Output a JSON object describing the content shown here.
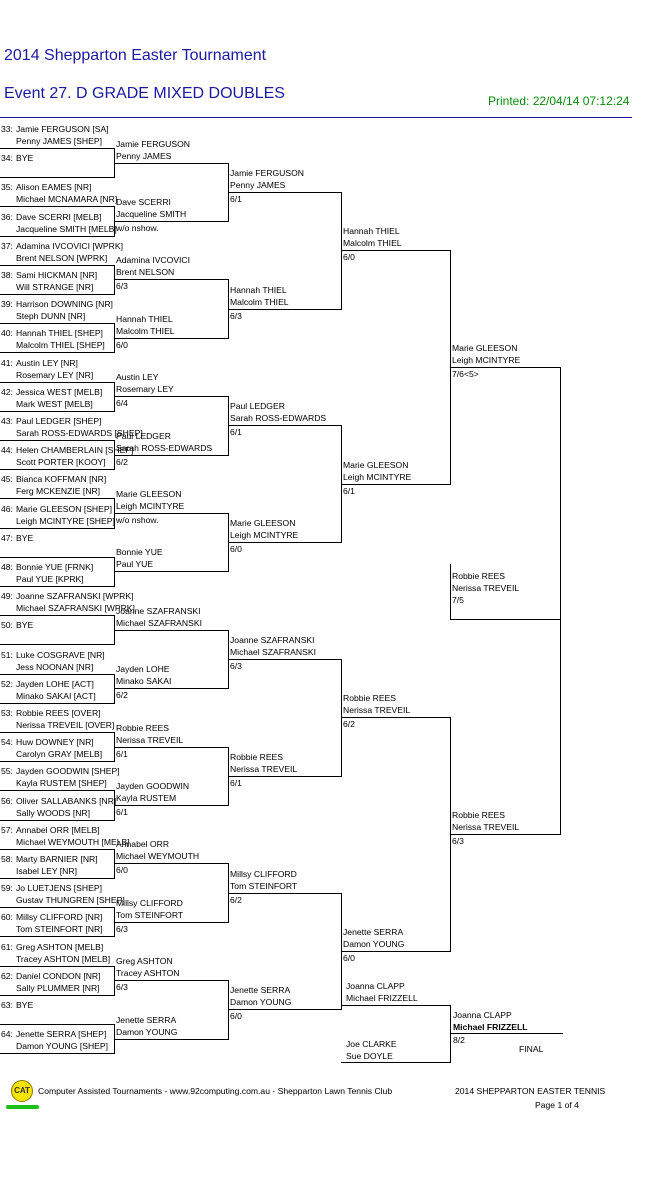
{
  "header": {
    "title": "2014 Shepparton Easter Tournament",
    "event": "Event 27. D GRADE MIXED DOUBLES",
    "printed": "Printed: 22/04/14 07:12:24"
  },
  "round1": [
    {
      "seed": "33:",
      "a": "Jamie FERGUSON [SA]",
      "b": "Penny JAMES [SHEP]"
    },
    {
      "seed": "34:",
      "a": "BYE",
      "b": ""
    },
    {
      "seed": "35:",
      "a": "Alison EAMES [NR]",
      "b": "Michael MCNAMARA [NR]"
    },
    {
      "seed": "36:",
      "a": "Dave SCERRI [MELB]",
      "b": "Jacqueline SMITH [MELB]"
    },
    {
      "seed": "37:",
      "a": "Adamina IVCOVICI [WPRK]",
      "b": "Brent NELSON [WPRK]"
    },
    {
      "seed": "38:",
      "a": "Sami HICKMAN [NR]",
      "b": "Will STRANGE [NR]"
    },
    {
      "seed": "39:",
      "a": "Harrison DOWNING [NR]",
      "b": "Steph DUNN [NR]"
    },
    {
      "seed": "40:",
      "a": "Hannah THIEL [SHEP]",
      "b": "Malcolm THIEL [SHEP]"
    },
    {
      "seed": "41:",
      "a": "Austin LEY [NR]",
      "b": "Rosemary LEY [NR]"
    },
    {
      "seed": "42:",
      "a": "Jessica WEST [MELB]",
      "b": "Mark WEST [MELB]"
    },
    {
      "seed": "43:",
      "a": "Paul LEDGER [SHEP]",
      "b": "Sarah ROSS-EDWARDS [SHEP]"
    },
    {
      "seed": "44:",
      "a": "Helen CHAMBERLAIN [SHEP]",
      "b": "Scott PORTER [KOOY]"
    },
    {
      "seed": "45:",
      "a": "Bianca KOFFMAN [NR]",
      "b": "Ferg MCKENZIE [NR]"
    },
    {
      "seed": "46:",
      "a": "Marie GLEESON [SHEP]",
      "b": "Leigh MCINTYRE [SHEP]"
    },
    {
      "seed": "47:",
      "a": "BYE",
      "b": ""
    },
    {
      "seed": "48:",
      "a": "Bonnie YUE [FRNK]",
      "b": "Paul YUE [KPRK]"
    },
    {
      "seed": "49:",
      "a": "Joanne SZAFRANSKI [WPRK]",
      "b": "Michael SZAFRANSKI [WPRK]"
    },
    {
      "seed": "50:",
      "a": "BYE",
      "b": ""
    },
    {
      "seed": "51:",
      "a": "Luke COSGRAVE [NR]",
      "b": "Jess NOONAN [NR]"
    },
    {
      "seed": "52:",
      "a": "Jayden LOHE [ACT]",
      "b": "Minako SAKAI [ACT]"
    },
    {
      "seed": "53:",
      "a": "Robbie REES [OVER]",
      "b": "Nerissa TREVEIL [OVER]"
    },
    {
      "seed": "54:",
      "a": "Huw DOWNEY [NR]",
      "b": "Carolyn GRAY [MELB]"
    },
    {
      "seed": "55:",
      "a": "Jayden GOODWIN [SHEP]",
      "b": "Kayla RUSTEM [SHEP]"
    },
    {
      "seed": "56:",
      "a": "Oliver SALLABANKS [NR]",
      "b": "Sally WOODS [NR]"
    },
    {
      "seed": "57:",
      "a": "Annabel ORR [MELB]",
      "b": "Michael WEYMOUTH [MELB]"
    },
    {
      "seed": "58:",
      "a": "Marty BARNIER [NR]",
      "b": "Isabel LEY [NR]"
    },
    {
      "seed": "59:",
      "a": "Jo LUETJENS [SHEP]",
      "b": "Gustav THUNGREN [SHEP]"
    },
    {
      "seed": "60:",
      "a": "Millsy CLIFFORD [NR]",
      "b": "Tom STEINFORT [NR]"
    },
    {
      "seed": "61:",
      "a": "Greg ASHTON [MELB]",
      "b": "Tracey ASHTON [MELB]"
    },
    {
      "seed": "62:",
      "a": "Daniel CONDON [NR]",
      "b": "Sally PLUMMER [NR]"
    },
    {
      "seed": "63:",
      "a": "BYE",
      "b": ""
    },
    {
      "seed": "64:",
      "a": "Jenette SERRA [SHEP]",
      "b": "Damon YOUNG [SHEP]"
    }
  ],
  "round2": [
    {
      "a": "Jamie FERGUSON",
      "b": "Penny JAMES",
      "score": ""
    },
    {
      "a": "Dave SCERRI",
      "b": "Jacqueline SMITH",
      "score": "w/o nshow."
    },
    {
      "a": "Adamina IVCOVICI",
      "b": "Brent NELSON",
      "score": "6/3"
    },
    {
      "a": "Hannah THIEL",
      "b": "Malcolm THIEL",
      "score": "6/0"
    },
    {
      "a": "Austin LEY",
      "b": "Rosemary LEY",
      "score": "6/4"
    },
    {
      "a": "Paul LEDGER",
      "b": "Sarah ROSS-EDWARDS",
      "score": "6/2"
    },
    {
      "a": "Marie GLEESON",
      "b": "Leigh MCINTYRE",
      "score": "w/o nshow."
    },
    {
      "a": "Bonnie YUE",
      "b": "Paul YUE",
      "score": ""
    },
    {
      "a": "Joanne SZAFRANSKI",
      "b": "Michael SZAFRANSKI",
      "score": ""
    },
    {
      "a": "Jayden LOHE",
      "b": "Minako SAKAI",
      "score": "6/2"
    },
    {
      "a": "Robbie REES",
      "b": "Nerissa TREVEIL",
      "score": "6/1"
    },
    {
      "a": "Jayden GOODWIN",
      "b": "Kayla RUSTEM",
      "score": "6/1"
    },
    {
      "a": "Annabel ORR",
      "b": "Michael WEYMOUTH",
      "score": "6/0"
    },
    {
      "a": "Millsy CLIFFORD",
      "b": "Tom STEINFORT",
      "score": "6/3"
    },
    {
      "a": "Greg ASHTON",
      "b": "Tracey ASHTON",
      "score": "6/3"
    },
    {
      "a": "Jenette SERRA",
      "b": "Damon YOUNG",
      "score": ""
    }
  ],
  "round3": [
    {
      "a": "Jamie FERGUSON",
      "b": "Penny JAMES",
      "score": "6/1"
    },
    {
      "a": "Hannah THIEL",
      "b": "Malcolm THIEL",
      "score": "6/3"
    },
    {
      "a": "Paul LEDGER",
      "b": "Sarah ROSS-EDWARDS",
      "score": "6/1"
    },
    {
      "a": "Marie GLEESON",
      "b": "Leigh MCINTYRE",
      "score": "6/0"
    },
    {
      "a": "Joanne SZAFRANSKI",
      "b": "Michael SZAFRANSKI",
      "score": "6/3"
    },
    {
      "a": "Robbie REES",
      "b": "Nerissa TREVEIL",
      "score": "6/1"
    },
    {
      "a": "Millsy CLIFFORD",
      "b": "Tom STEINFORT",
      "score": "6/2"
    },
    {
      "a": "Jenette SERRA",
      "b": "Damon YOUNG",
      "score": "6/0"
    }
  ],
  "round4": [
    {
      "a": "Hannah THIEL",
      "b": "Malcolm THIEL",
      "score": "6/0"
    },
    {
      "a": "Marie GLEESON",
      "b": "Leigh MCINTYRE",
      "score": "6/1"
    },
    {
      "a": "Robbie REES",
      "b": "Nerissa TREVEIL",
      "score": "6/2"
    },
    {
      "a": "Jenette SERRA",
      "b": "Damon YOUNG",
      "score": "6/0"
    }
  ],
  "round5": [
    {
      "a": "Marie GLEESON",
      "b": "Leigh MCINTYRE",
      "score": "7/6<5>"
    },
    {
      "a": "Robbie REES",
      "b": "Nerissa TREVEIL",
      "score": "6/3"
    }
  ],
  "round6": [
    {
      "a": "Robbie REES",
      "b": "Nerissa TREVEIL",
      "score": "7/5"
    }
  ],
  "final": {
    "label": "FINAL",
    "semi1": {
      "a": "Joanna CLAPP",
      "b": "Michael FRIZZELL"
    },
    "semi2": {
      "a": "Joe CLARKE",
      "b": "Sue DOYLE"
    },
    "winner": {
      "a": "Joanna CLAPP",
      "b": "Michael FRIZZELL",
      "score": "8/2"
    }
  },
  "footer": {
    "logo_text": "CAT",
    "credit": "Computer Assisted Tournaments - www.92computing.com.au -  Shepparton Lawn Tennis Club",
    "event": "2014 SHEPPARTON EASTER TENNIS",
    "page": "Page 1 of 4"
  },
  "colors": {
    "header": "#1a1aa0",
    "printed": "#0a8a0a",
    "logo": "#f5e300",
    "logo_bar": "#19c019"
  }
}
